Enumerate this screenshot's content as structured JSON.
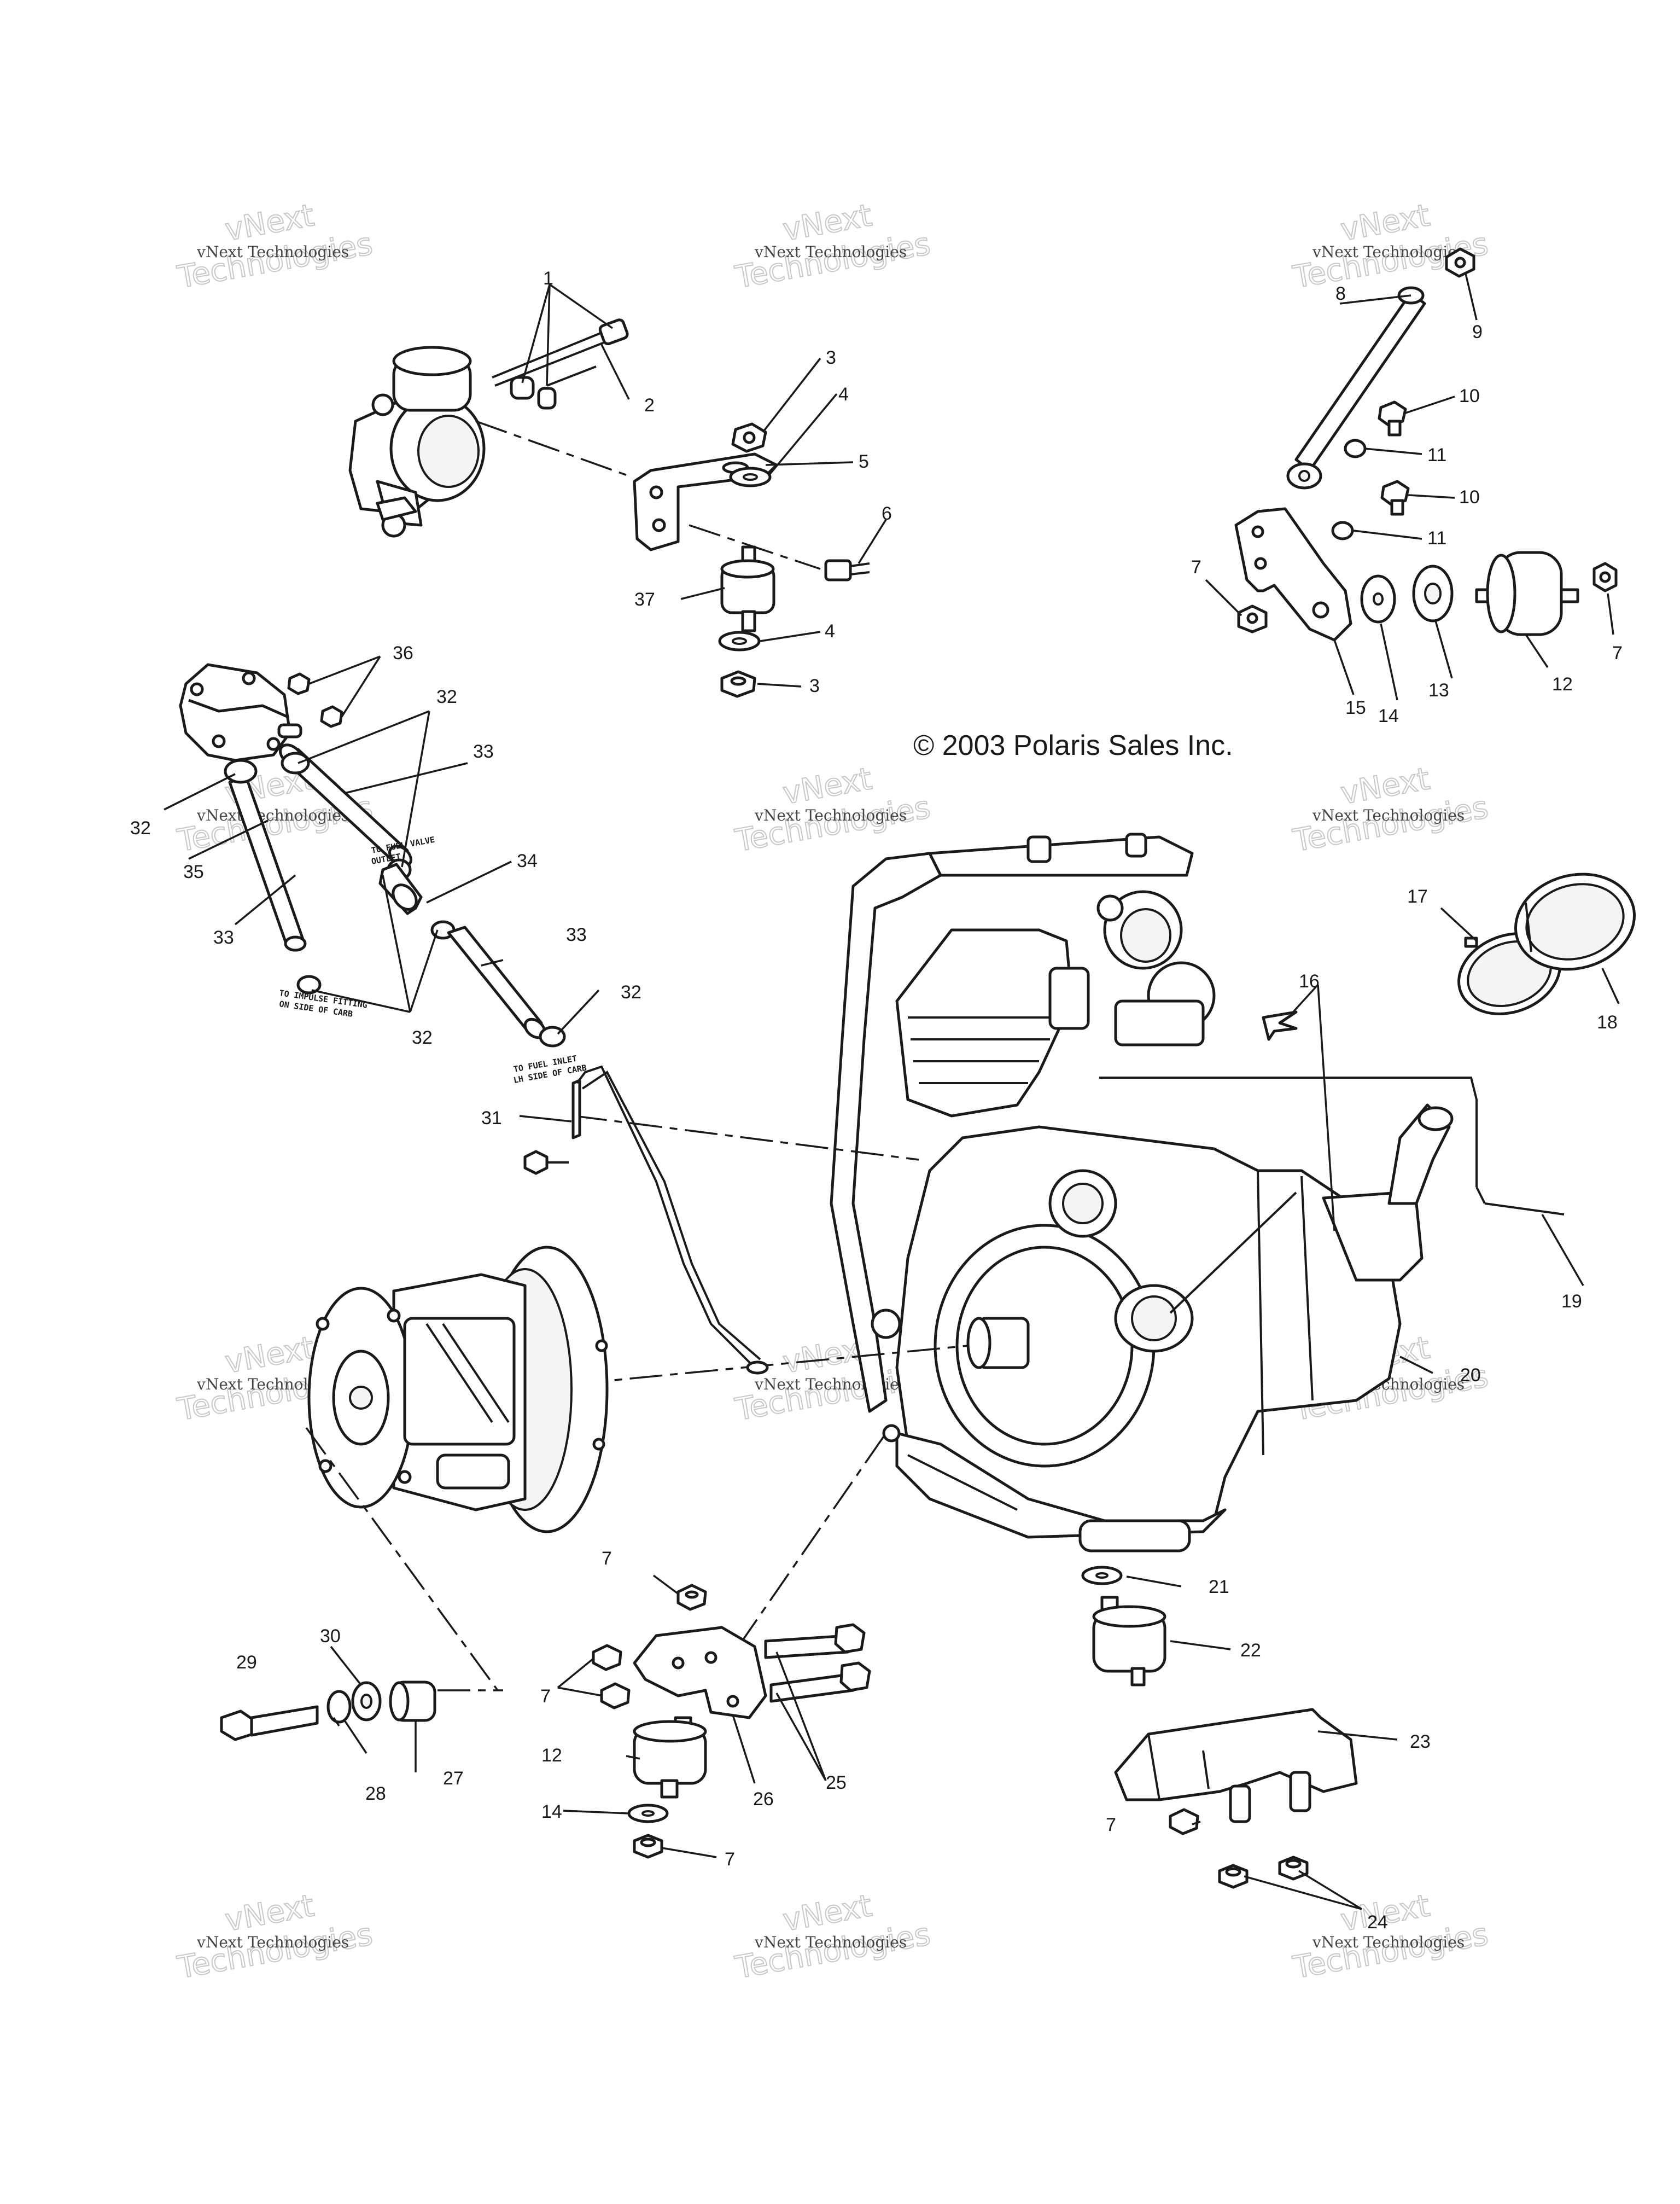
{
  "copyright": "© 2003 Polaris Sales Inc.",
  "watermark": {
    "line1": "vNext Technologies",
    "big1": "vNext",
    "big2": "Technologies",
    "color": "#c8c8c8"
  },
  "notes": {
    "impulse_1": "TO IMPULSE FITTING",
    "impulse_2": "ON SIDE OF CARB",
    "valve_1": "TO FUEL VALVE",
    "valve_2": "OUTLET",
    "inlet_1": "TO FUEL INLET",
    "inlet_2": "LH SIDE OF CARB"
  },
  "callouts": {
    "c1": "1",
    "c2": "2",
    "c3a": "3",
    "c3b": "3",
    "c4a": "4",
    "c4b": "4",
    "c5": "5",
    "c6": "6",
    "c7a": "7",
    "c7b": "7",
    "c7c": "7",
    "c7d": "7",
    "c7e": "7",
    "c7f": "7",
    "c8": "8",
    "c9": "9",
    "c10a": "10",
    "c10b": "10",
    "c11a": "11",
    "c11b": "11",
    "c12a": "12",
    "c12b": "12",
    "c13": "13",
    "c14a": "14",
    "c14b": "14",
    "c15": "15",
    "c16": "16",
    "c17": "17",
    "c18": "18",
    "c19": "19",
    "c20": "20",
    "c21": "21",
    "c22": "22",
    "c23": "23",
    "c24": "24",
    "c25": "25",
    "c26": "26",
    "c27": "27",
    "c28": "28",
    "c29": "29",
    "c30": "30",
    "c31": "31",
    "c32a": "32",
    "c32b": "32",
    "c32c": "32",
    "c32d": "32",
    "c33a": "33",
    "c33b": "33",
    "c33c": "33",
    "c34": "34",
    "c35": "35",
    "c36": "36",
    "c37": "37"
  }
}
